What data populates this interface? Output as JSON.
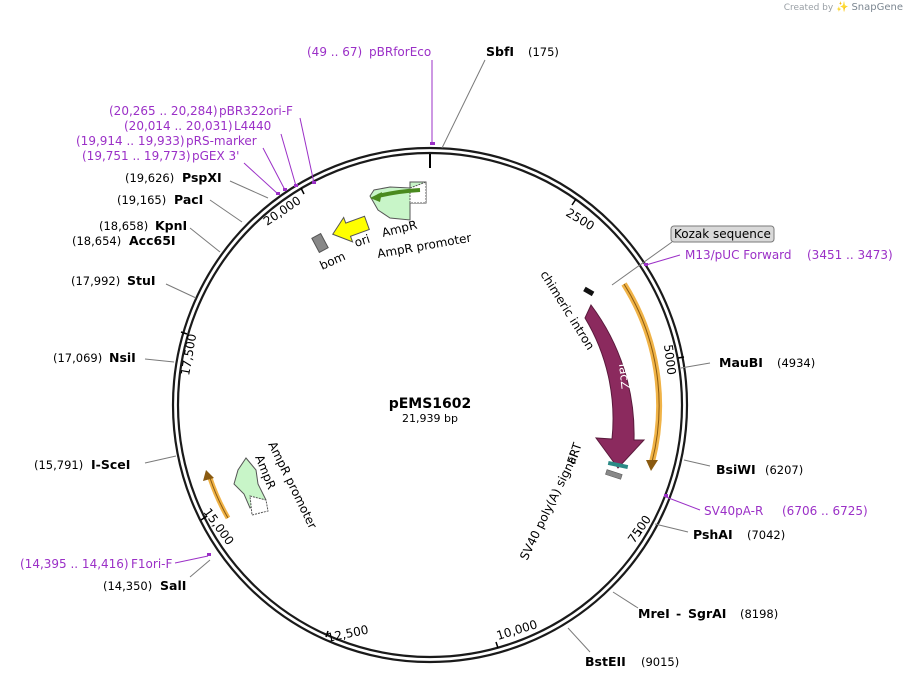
{
  "watermark": {
    "prefix": "Created by",
    "brand": "SnapGene"
  },
  "plasmid": {
    "name": "pEMS1602",
    "size": "21,939 bp"
  },
  "colors": {
    "primer": "#9b30c7",
    "lacZ": "#8b2a5e",
    "ampR": "#c8f5c8",
    "ori": "#ffff00",
    "orfOrange": "#f0b347",
    "orfGreen": "#4a8a1f"
  },
  "ticks": [
    "2500",
    "5000",
    "7500",
    "10,000",
    "12,500",
    "15,000",
    "17,500",
    "20,000"
  ],
  "sites": [
    {
      "name": "SbfI",
      "pos": "(175)"
    },
    {
      "name": "MauBI",
      "pos": "(4934)"
    },
    {
      "name": "BsiWI",
      "pos": "(6207)"
    },
    {
      "name": "PshAI",
      "pos": "(7042)"
    },
    {
      "name": "MreI",
      "name2": "SgrAI",
      "pos": "(8198)"
    },
    {
      "name": "BstEII",
      "pos": "(9015)"
    },
    {
      "name": "SalI",
      "pos": "(14,350)"
    },
    {
      "name": "I-SceI",
      "pos": "(15,791)"
    },
    {
      "name": "NsiI",
      "pos": "(17,069)"
    },
    {
      "name": "StuI",
      "pos": "(17,992)"
    },
    {
      "name": "KpnI",
      "pos": "(18,658)"
    },
    {
      "name": "Acc65I",
      "pos": "(18,654)"
    },
    {
      "name": "PacI",
      "pos": "(19,165)"
    },
    {
      "name": "PspXI",
      "pos": "(19,626)"
    }
  ],
  "primers": [
    {
      "name": "pBRforEco",
      "pos": "(49 .. 67)"
    },
    {
      "name": "pBR322ori-F",
      "pos": "(20,265 .. 20,284)"
    },
    {
      "name": "L4440",
      "pos": "(20,014 .. 20,031)"
    },
    {
      "name": "pRS-marker",
      "pos": "(19,914 .. 19,933)"
    },
    {
      "name": "pGEX 3'",
      "pos": "(19,751 .. 19,773)"
    },
    {
      "name": "M13/pUC Forward",
      "pos": "(3451 .. 3473)"
    },
    {
      "name": "SV40pA-R",
      "pos": "(6706 .. 6725)"
    },
    {
      "name": "F1ori-F",
      "pos": "(14,395 .. 14,416)"
    }
  ],
  "features": {
    "kozak": "Kozak sequence",
    "chimeric_intron": "chimeric intron",
    "lacZ": "lacZ",
    "frt": "FRT",
    "sv40": "SV40 poly(A) signal",
    "ampr_top": "AmpR",
    "ampr_promoter_top": "AmpR promoter",
    "ori": "ori",
    "bom": "bom",
    "ampr_bottom": "AmpR",
    "ampr_promoter_bottom": "AmpR promoter"
  }
}
